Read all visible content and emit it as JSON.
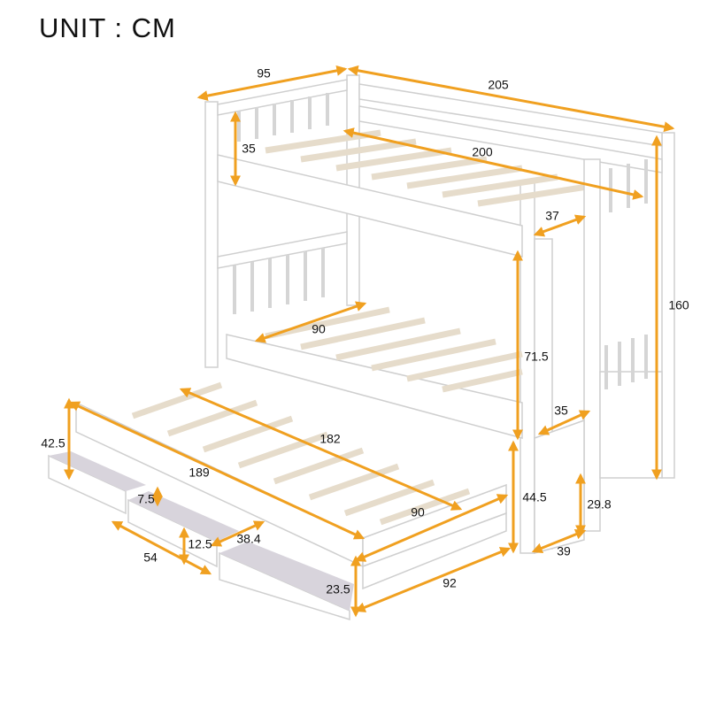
{
  "unit_label": "UNIT : CM",
  "accent_color": "#f0a020",
  "dimensions": {
    "top_width": "95",
    "overall_length": "205",
    "top_guardrail_height": "35",
    "top_bunk_length": "200",
    "stair_top_width": "37",
    "overall_height": "160",
    "bottom_bunk_width": "90",
    "bunk_clearance": "71.5",
    "stair_step_width": "35",
    "trundle_inner_length": "182",
    "trundle_height": "42.5",
    "trundle_length": "189",
    "drawer_gap": "7.5",
    "trundle_width": "90",
    "bottom_bunk_height": "44.5",
    "stair_drawer_height": "29.8",
    "drawer_length": "54",
    "drawer_height": "12.5",
    "drawer_depth": "38.4",
    "stair_depth": "39",
    "trundle_outer_width": "92",
    "trundle_drawer_height": "23.5"
  }
}
